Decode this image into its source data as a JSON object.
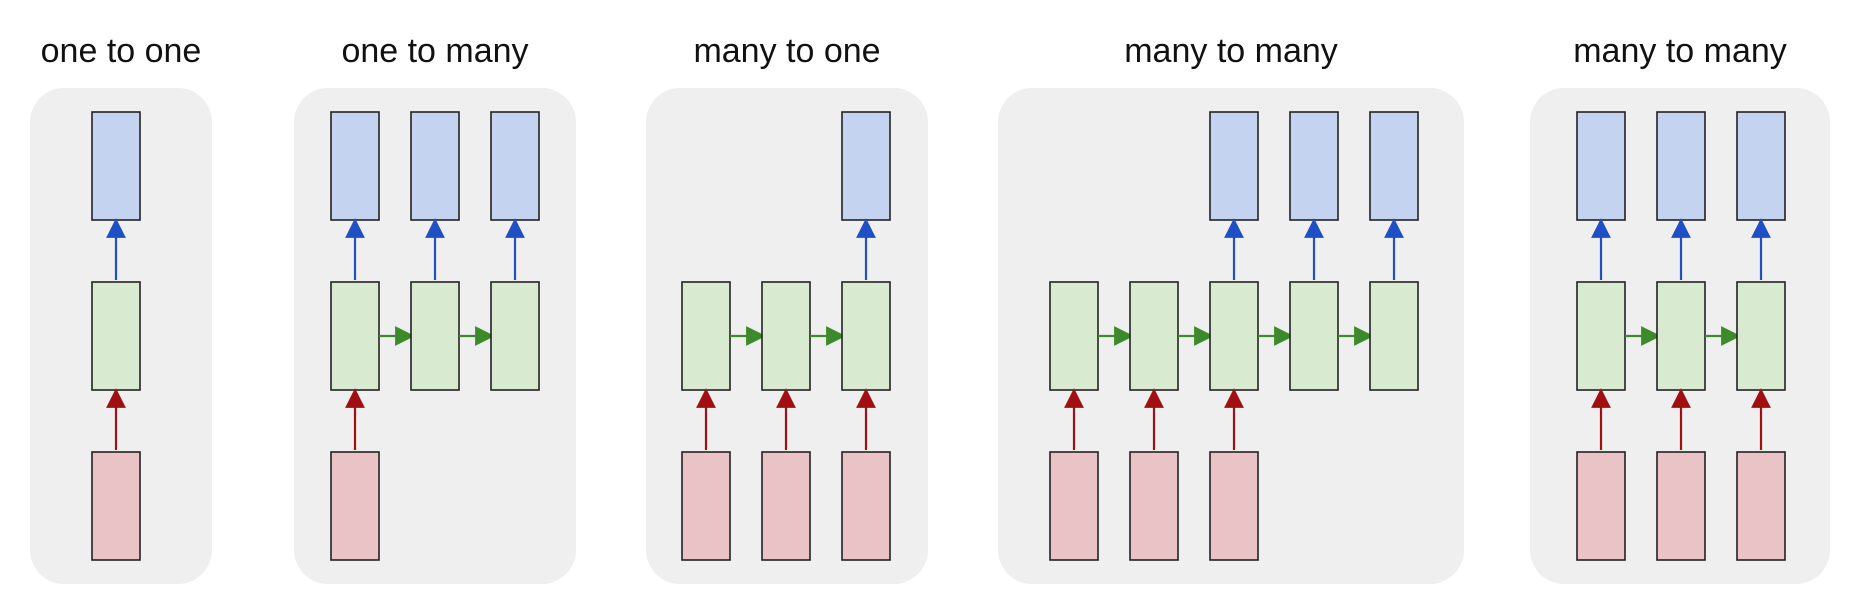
{
  "colors": {
    "panel_bg": "#efefef",
    "input_fill": "#e9c3c5",
    "hidden_fill": "#d8ead0",
    "output_fill": "#c3d3f0",
    "box_stroke": "#222222",
    "input_arrow": "#a01010",
    "recurrent_arrow": "#3d8a2a",
    "output_arrow": "#1f4fc4"
  },
  "panels": [
    {
      "title": "one to one",
      "steps": [
        {
          "input": true,
          "output": true
        }
      ]
    },
    {
      "title": "one to many",
      "steps": [
        {
          "input": true,
          "output": true
        },
        {
          "input": false,
          "output": true
        },
        {
          "input": false,
          "output": true
        }
      ]
    },
    {
      "title": "many to one",
      "steps": [
        {
          "input": true,
          "output": false
        },
        {
          "input": true,
          "output": false
        },
        {
          "input": true,
          "output": true
        }
      ]
    },
    {
      "title": "many to many",
      "steps": [
        {
          "input": true,
          "output": false
        },
        {
          "input": true,
          "output": false
        },
        {
          "input": true,
          "output": true
        },
        {
          "input": false,
          "output": true
        },
        {
          "input": false,
          "output": true
        }
      ]
    },
    {
      "title": "many to many",
      "steps": [
        {
          "input": true,
          "output": true
        },
        {
          "input": true,
          "output": true
        },
        {
          "input": true,
          "output": true
        }
      ]
    }
  ]
}
